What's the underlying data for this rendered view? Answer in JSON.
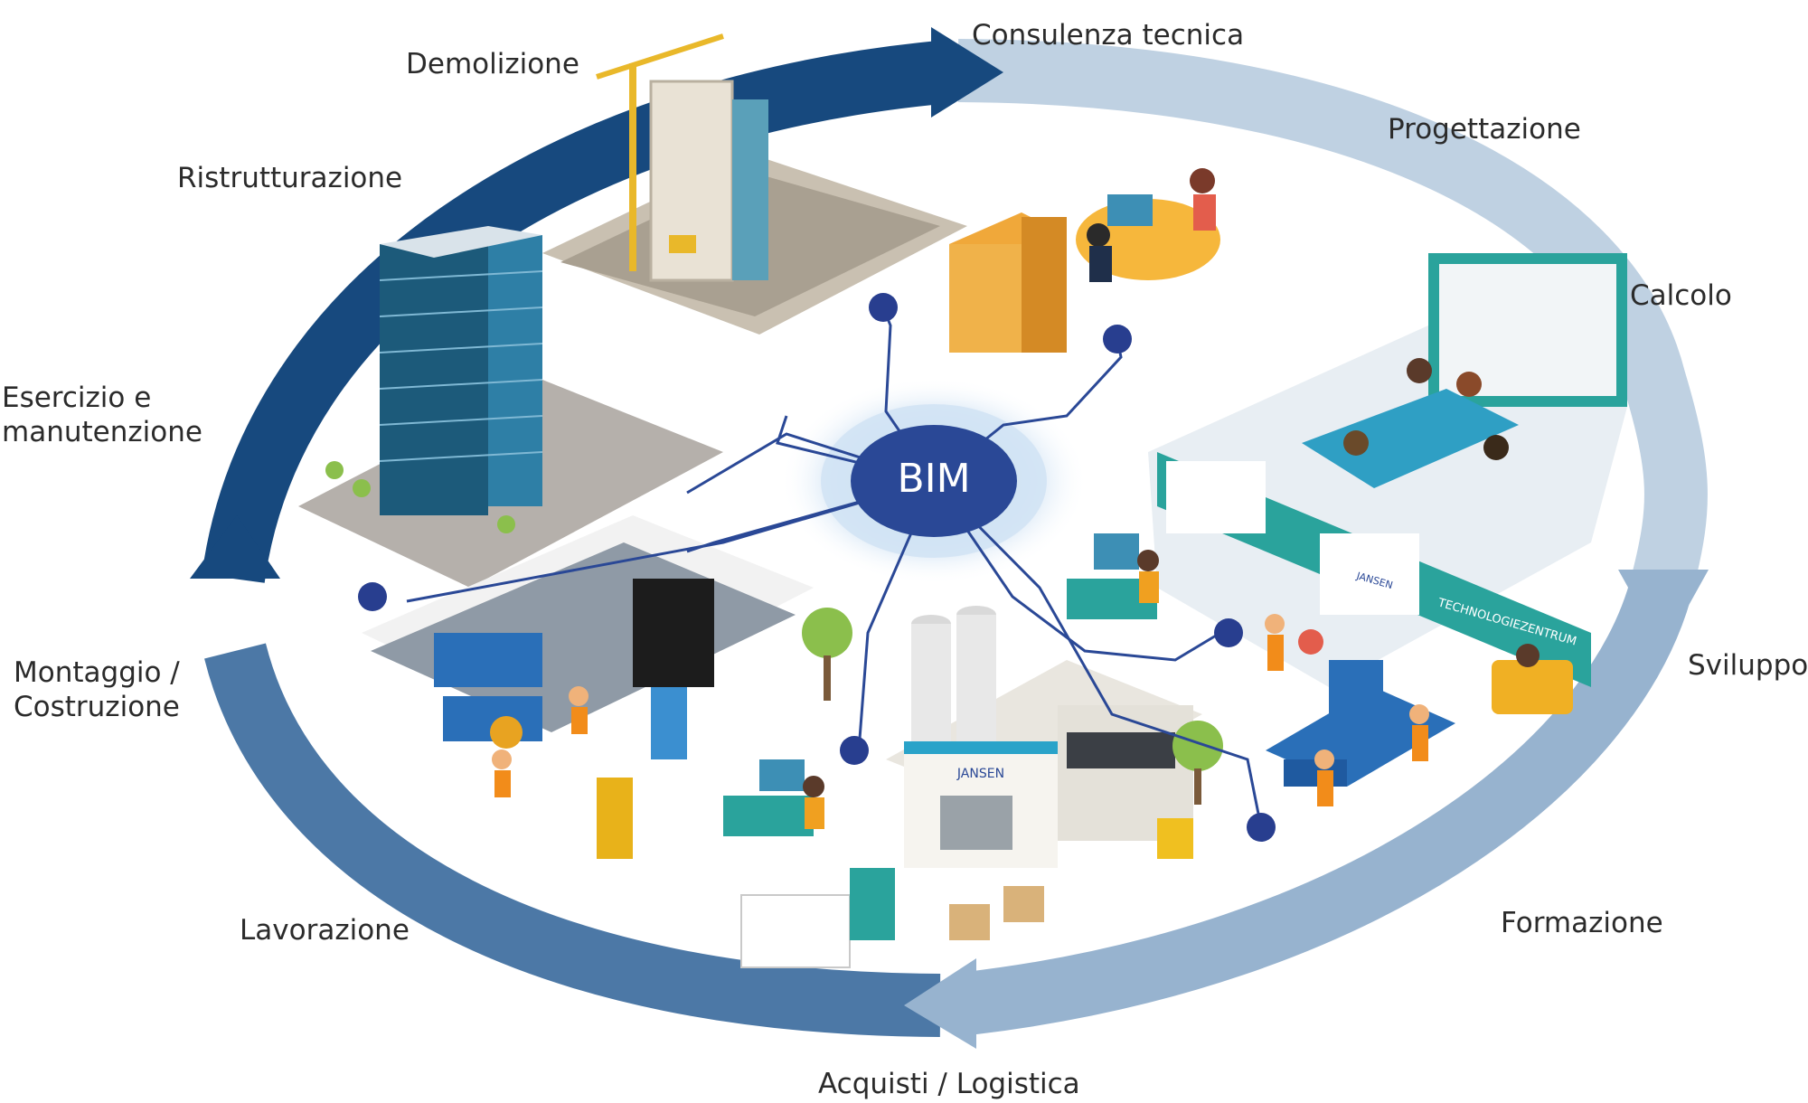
{
  "center": {
    "label": "BIM"
  },
  "cycle_labels": {
    "consulenza": "Consulenza tecnica",
    "progettazione": "Progettazione",
    "calcolo": "Calcolo",
    "sviluppo": "Sviluppo",
    "formazione": "Formazione",
    "acquisti": "Acquisti / Logistica",
    "lavorazione": "Lavorazione",
    "montaggio": "Montaggio /\nCostruzione",
    "esercizio": "Esercizio e\nmanutenzione",
    "ristrutturazione": "Ristrutturazione",
    "demolizione": "Demolizione"
  },
  "scene_text": {
    "jansen_factory": "JANSEN",
    "technologiezentrum": "TECHNOLOGIEZENTRUM",
    "jansen_academy": "JANSEN"
  },
  "colors": {
    "ring_dark": "#17497e",
    "ring_mid": "#4c78a6",
    "ring_light": "#bfd1e2",
    "bim_blue": "#2a4896",
    "teal": "#2aa39c",
    "node": "#283e8f"
  }
}
